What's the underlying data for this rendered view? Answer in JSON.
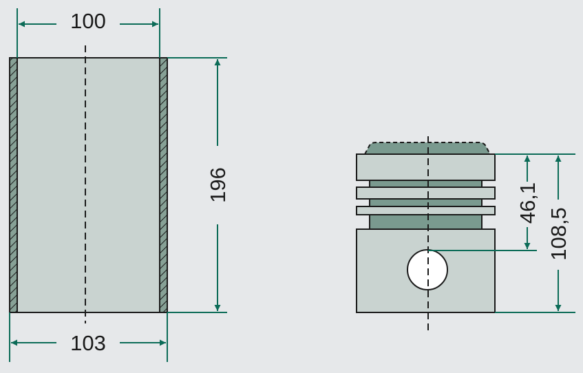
{
  "colors": {
    "background": "#e6e8ea",
    "body_fill": "#c9d3d0",
    "ring_fill": "#7a9a8f",
    "wall_fill": "#87a196",
    "outline": "#1a1a1a",
    "dimension": "#0b6b57",
    "pin_fill": "#ffffff"
  },
  "liner": {
    "inner_diameter": "100",
    "outer_diameter": "103",
    "length": "196"
  },
  "piston": {
    "pin_height": "46,1",
    "total_height": "108,5"
  }
}
